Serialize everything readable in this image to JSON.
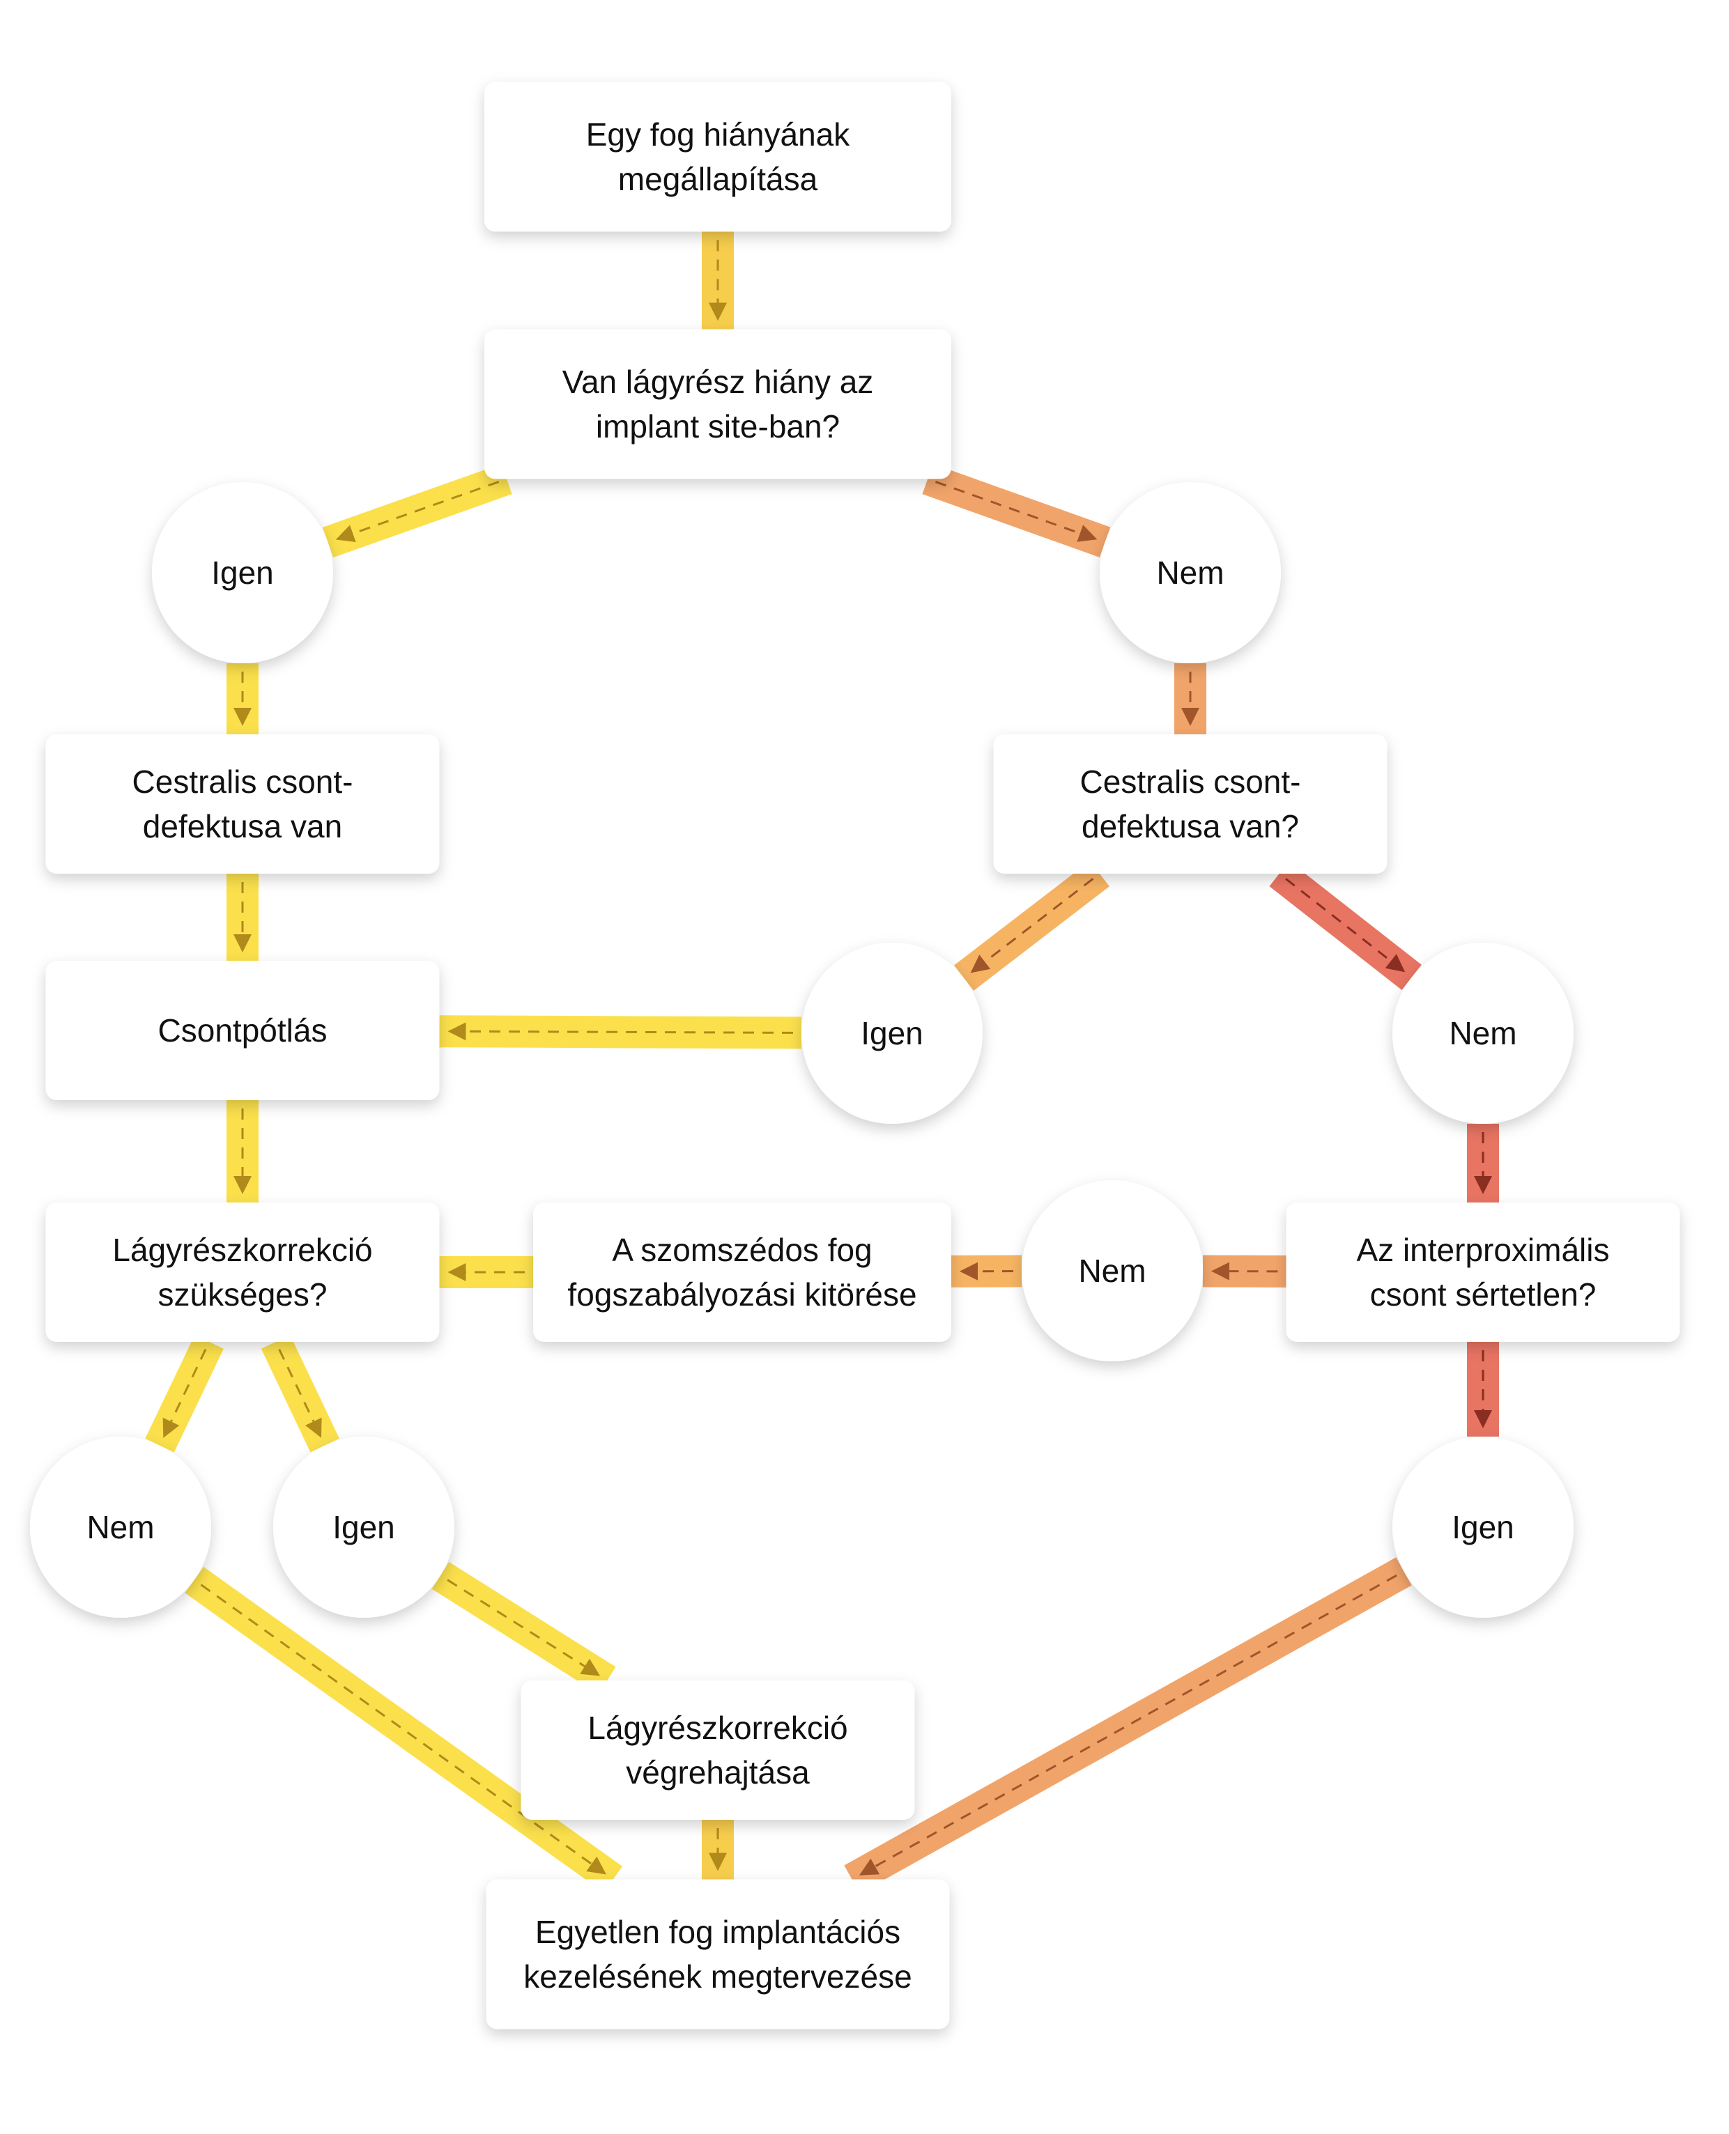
{
  "colors": {
    "yellow": "#fbe04c",
    "yellow_dark": "#f7cd4c",
    "orange_light": "#f6b463",
    "orange": "#f1a46a",
    "red": "#e87462",
    "arrow_yellow": "#b08a1a",
    "arrow_orange": "#a0552b",
    "arrow_red": "#8a2e22",
    "box_fill": "#ffffff"
  },
  "nodes": {
    "start": {
      "lines": [
        "Egy fog hiányának",
        "megállapítása"
      ],
      "shape": "box"
    },
    "q_soft": {
      "lines": [
        "Van lágyrész hiány az",
        "implant site-ban?"
      ],
      "shape": "box"
    },
    "igen_soft": {
      "lines": [
        "Igen"
      ],
      "shape": "circle"
    },
    "nem_soft": {
      "lines": [
        "Nem"
      ],
      "shape": "circle"
    },
    "bone_left": {
      "lines": [
        "Cestralis csont-",
        "defektusa van"
      ],
      "shape": "box"
    },
    "q_bone_right": {
      "lines": [
        "Cestralis csont-",
        "defektusa van?"
      ],
      "shape": "box"
    },
    "graft": {
      "lines": [
        "Csontpótlás"
      ],
      "shape": "box"
    },
    "igen_bone": {
      "lines": [
        "Igen"
      ],
      "shape": "circle"
    },
    "nem_bone": {
      "lines": [
        "Nem"
      ],
      "shape": "circle"
    },
    "q_softcorr": {
      "lines": [
        "Lágyrészkorrekció",
        "szükséges?"
      ],
      "shape": "box"
    },
    "ortho": {
      "lines": [
        "A szomszédos fog",
        "fogszabályozási kitörése"
      ],
      "shape": "box"
    },
    "nem_inter": {
      "lines": [
        "Nem"
      ],
      "shape": "circle"
    },
    "q_inter": {
      "lines": [
        "Az interproximális",
        "csont sértetlen?"
      ],
      "shape": "box"
    },
    "nem_corr": {
      "lines": [
        "Nem"
      ],
      "shape": "circle"
    },
    "igen_corr": {
      "lines": [
        "Igen"
      ],
      "shape": "circle"
    },
    "igen_inter": {
      "lines": [
        "Igen"
      ],
      "shape": "circle"
    },
    "do_softcorr": {
      "lines": [
        "Lágyrészkorrekció",
        "végrehajtása"
      ],
      "shape": "box"
    },
    "end": {
      "lines": [
        "Egyetlen fog implantációs",
        "kezelésének megtervezése"
      ],
      "shape": "box"
    }
  },
  "edges": [
    {
      "from": "start",
      "to": "q_soft",
      "color": "yellow_dark"
    },
    {
      "from": "q_soft",
      "to": "igen_soft",
      "color": "yellow"
    },
    {
      "from": "q_soft",
      "to": "nem_soft",
      "color": "orange"
    },
    {
      "from": "igen_soft",
      "to": "bone_left",
      "color": "yellow"
    },
    {
      "from": "nem_soft",
      "to": "q_bone_right",
      "color": "orange"
    },
    {
      "from": "bone_left",
      "to": "graft",
      "color": "yellow"
    },
    {
      "from": "q_bone_right",
      "to": "igen_bone",
      "color": "orange_light"
    },
    {
      "from": "q_bone_right",
      "to": "nem_bone",
      "color": "red"
    },
    {
      "from": "igen_bone",
      "to": "graft",
      "color": "yellow"
    },
    {
      "from": "graft",
      "to": "q_softcorr",
      "color": "yellow"
    },
    {
      "from": "nem_bone",
      "to": "q_inter",
      "color": "red"
    },
    {
      "from": "q_inter",
      "to": "nem_inter",
      "color": "orange"
    },
    {
      "from": "nem_inter",
      "to": "ortho",
      "color": "orange_light"
    },
    {
      "from": "ortho",
      "to": "q_softcorr",
      "color": "yellow"
    },
    {
      "from": "q_inter",
      "to": "igen_inter",
      "color": "red"
    },
    {
      "from": "q_softcorr",
      "to": "nem_corr",
      "color": "yellow"
    },
    {
      "from": "q_softcorr",
      "to": "igen_corr",
      "color": "yellow"
    },
    {
      "from": "igen_corr",
      "to": "do_softcorr",
      "color": "yellow"
    },
    {
      "from": "do_softcorr",
      "to": "end",
      "color": "yellow_dark"
    },
    {
      "from": "nem_corr",
      "to": "end",
      "color": "yellow"
    },
    {
      "from": "igen_inter",
      "to": "end",
      "color": "orange"
    }
  ]
}
